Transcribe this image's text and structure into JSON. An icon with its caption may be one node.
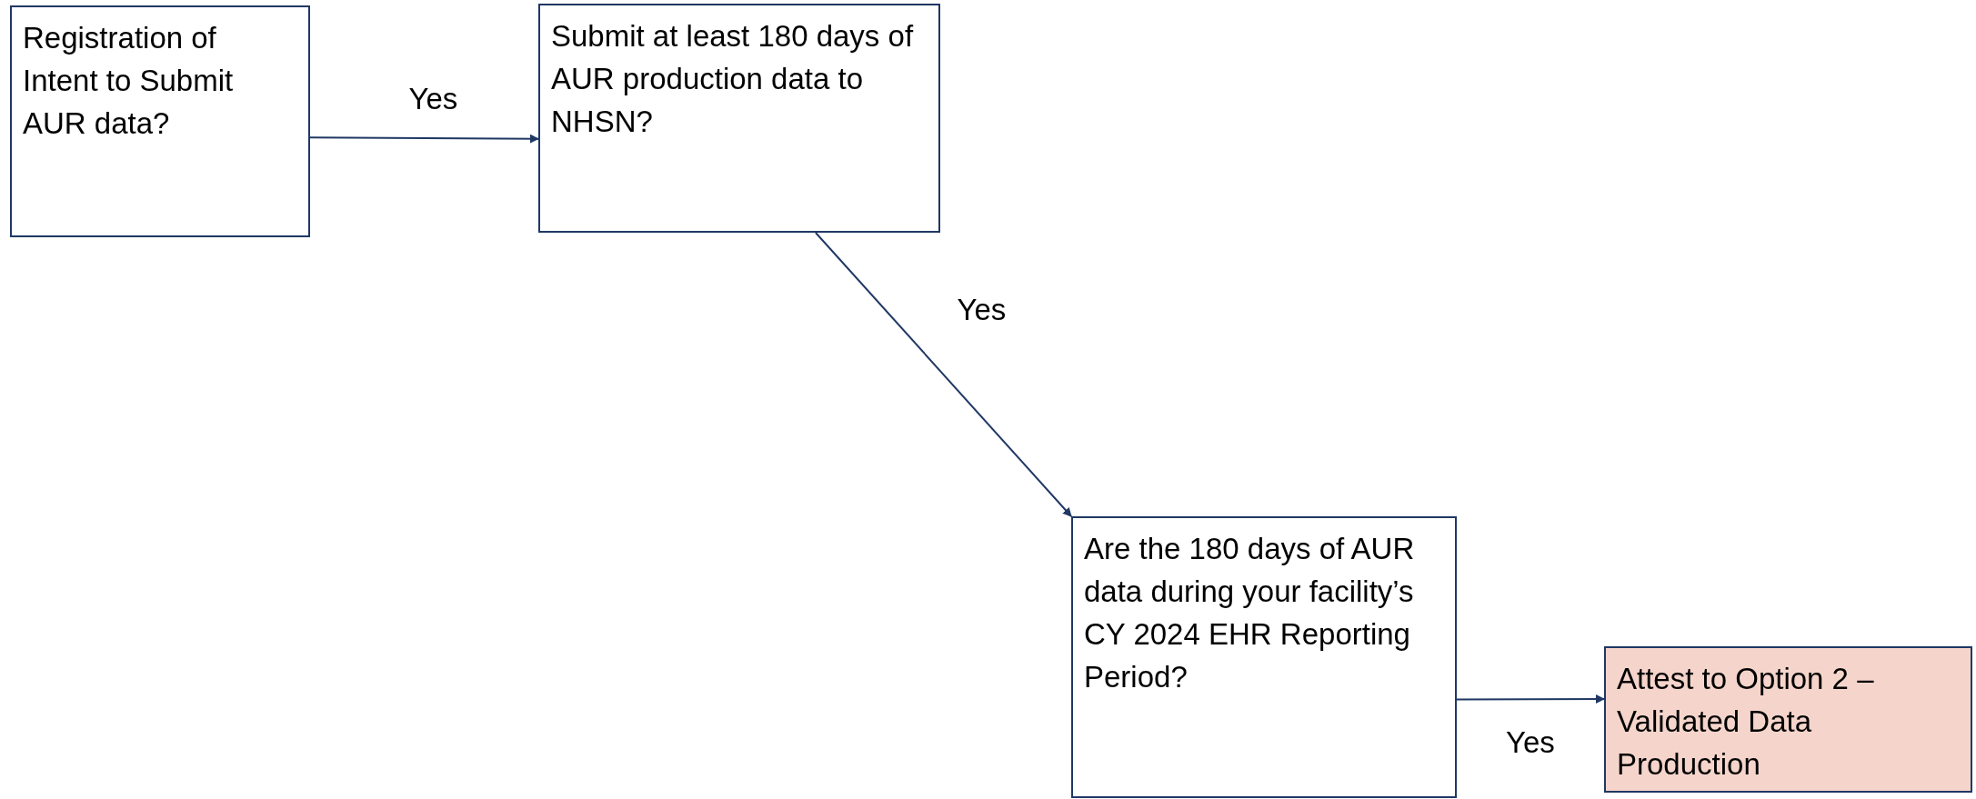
{
  "diagram": {
    "nodes": [
      {
        "text": [
          "Registration of Intent to Submit AUR data?"
        ]
      },
      {
        "text": [
          "Submit at least 180 days of AUR production data to NHSN?"
        ]
      },
      {
        "text": [
          "Are the 180 days of AUR data during your facility’s CY 2024 EHR Reporting Period?"
        ]
      },
      {
        "text": [
          "Attest to Option 2 – Validated Data Production"
        ]
      }
    ],
    "edges": [
      {
        "from": 0,
        "to": 1,
        "arrow": "to",
        "label": "Yes"
      },
      {
        "from": 1,
        "to": 2,
        "arrow": "to",
        "label": "Yes"
      },
      {
        "from": 2,
        "to": 3,
        "arrow": "to",
        "label": "Yes"
      }
    ]
  }
}
